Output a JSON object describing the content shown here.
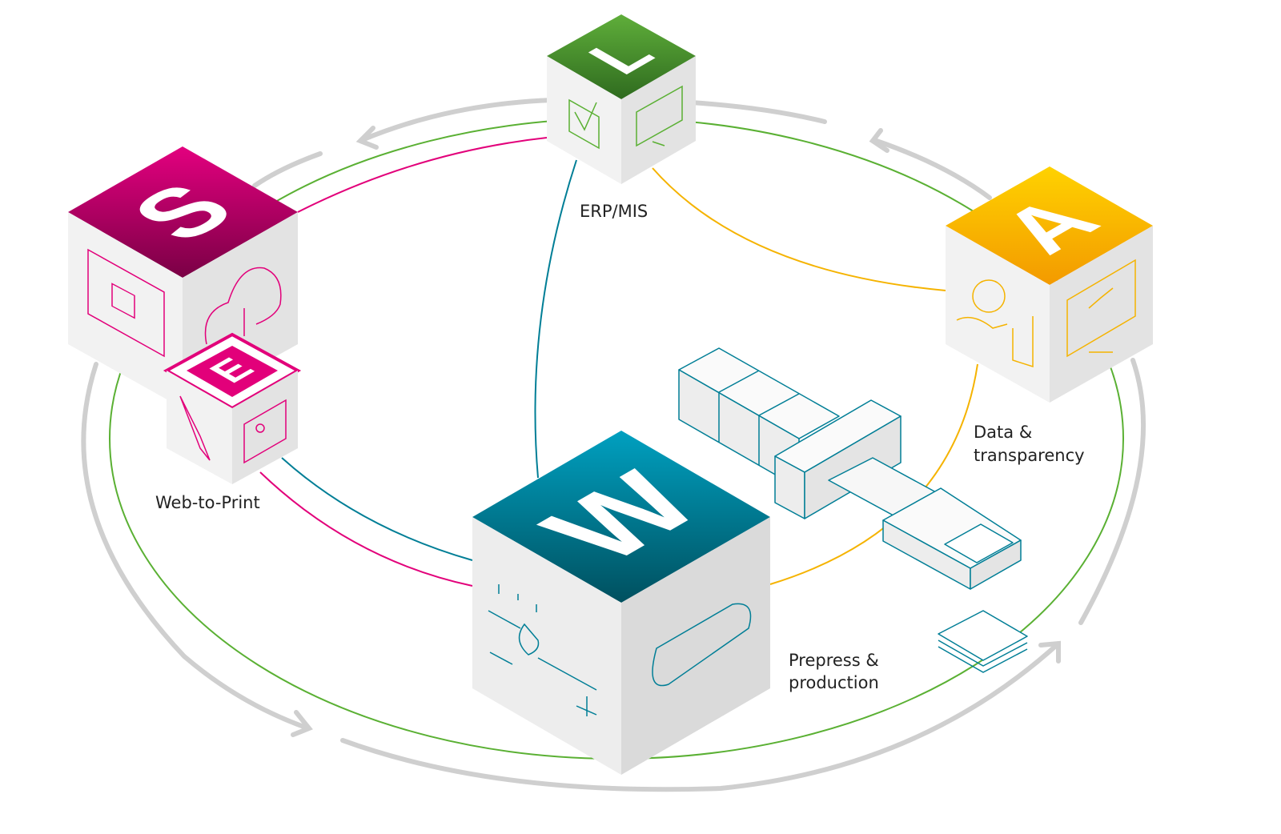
{
  "colors": {
    "magenta": "#e2007a",
    "green": "#5ab033",
    "teal": "#007e96",
    "orange": "#f5b300",
    "grey": "#cccccc"
  },
  "modules": [
    {
      "letter": "L",
      "label": "ERP/MIS"
    },
    {
      "letter": "S",
      "label": "Web-to-Print"
    },
    {
      "letter": "E",
      "label": ""
    },
    {
      "letter": "A",
      "label_line1": "Data &",
      "label_line2": "transparency"
    },
    {
      "letter": "W",
      "label_line1": "Prepress &",
      "label_line2": "production"
    }
  ]
}
